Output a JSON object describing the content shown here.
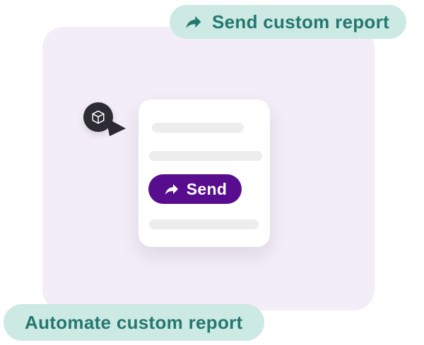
{
  "top_badge": {
    "label": "Send custom report",
    "icon": "share-arrow"
  },
  "bottom_badge": {
    "label": "Automate custom report"
  },
  "card": {
    "send_label": "Send",
    "send_icon": "share-arrow",
    "avatar_icon": "cube",
    "skeleton_lines": 3
  },
  "colors": {
    "page_bg": "#ffffff",
    "panel_bg": "#f2edf7",
    "badge_bg": "#cde9e4",
    "badge_text": "#23796f",
    "card_bg": "#ffffff",
    "button_bg": "#570d8d",
    "button_text": "#ffffff",
    "skeleton": "#ededed",
    "avatar_bg": "#2d2b33"
  }
}
